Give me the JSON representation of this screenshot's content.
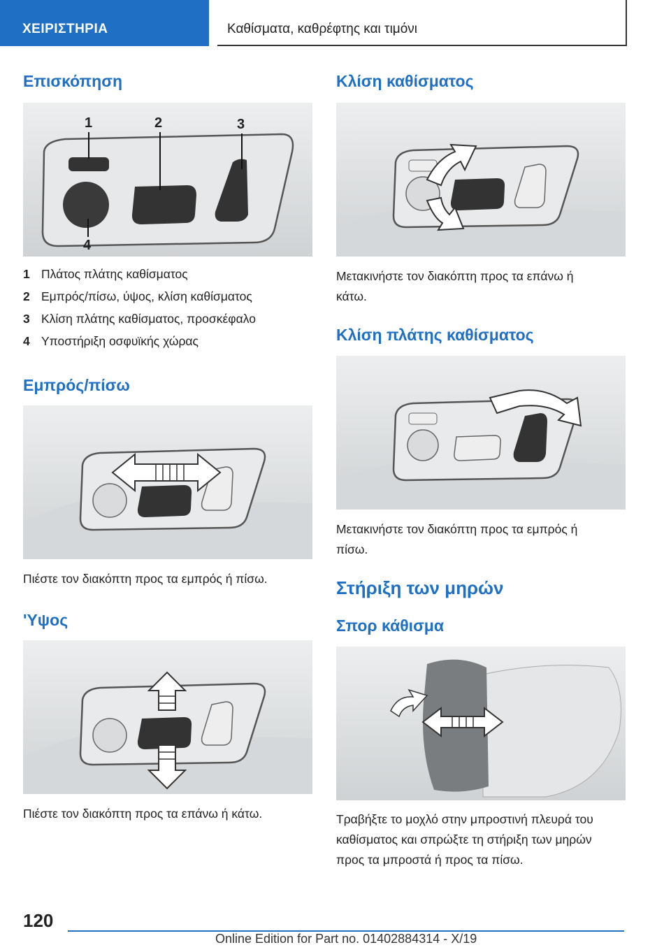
{
  "header": {
    "section": "ΧΕΙΡΙΣΤΗΡΙΑ",
    "chapter": "Καθίσματα, καθρέφτης και τιμόνι"
  },
  "left": {
    "overview": {
      "heading": "Επισκόπηση",
      "callouts": [
        "1",
        "2",
        "3",
        "4"
      ],
      "items": [
        {
          "num": "1",
          "text": "Πλάτος πλάτης καθίσματος"
        },
        {
          "num": "2",
          "text": "Εμπρός/πίσω, ύψος, κλίση καθίσματος"
        },
        {
          "num": "3",
          "text": "Κλίση πλάτης καθίσματος, προσκέφαλο"
        },
        {
          "num": "4",
          "text": "Υποστήριξη οσφυϊκής χώρας"
        }
      ]
    },
    "fore_aft": {
      "heading": "Εμπρός/πίσω",
      "text": "Πιέστε τον διακόπτη προς τα εμπρός ή πίσω."
    },
    "height": {
      "heading": "'Υψος",
      "text": "Πιέστε τον διακόπτη προς τα επάνω ή κάτω."
    }
  },
  "right": {
    "seat_tilt": {
      "heading": "Κλίση καθίσματος",
      "text_line1": "Μετακινήστε τον διακόπτη προς τα επάνω ή",
      "text_line2": "κάτω."
    },
    "backrest_tilt": {
      "heading": "Κλίση πλάτης καθίσματος",
      "text_line1": "Μετακινήστε τον διακόπτη προς τα εμπρός ή",
      "text_line2": "πίσω."
    },
    "thigh_support": {
      "heading": "Στήριξη των μηρών",
      "subheading": "Σπορ κάθισμα",
      "text_line1": "Τραβήξτε το μοχλό στην μπροστινή πλευρά του",
      "text_line2": "καθίσματος και σπρώξτε τη στήριξη των μηρών",
      "text_line3": "προς τα μπροστά ή προς τα πίσω."
    }
  },
  "footer": {
    "page_number": "120",
    "edition": "Online Edition for Part no. 01402884314 - X/19"
  }
}
